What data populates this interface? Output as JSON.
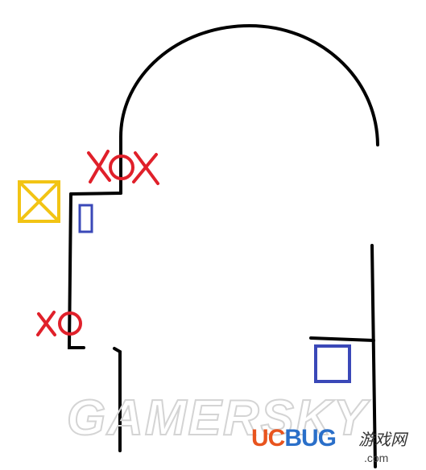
{
  "map": {
    "wall_color": "#000000",
    "red_marker_color": "#e0202a",
    "blue_marker_color": "#3a48b8",
    "yellow_marker_color": "#f2c414",
    "markers": [
      {
        "type": "x",
        "color_role": "red"
      },
      {
        "type": "o",
        "color_role": "red"
      },
      {
        "type": "x",
        "color_role": "red"
      },
      {
        "type": "x",
        "color_role": "red"
      },
      {
        "type": "o",
        "color_role": "red"
      },
      {
        "type": "crate",
        "color_role": "yellow"
      },
      {
        "type": "small-rect",
        "color_role": "blue"
      },
      {
        "type": "square",
        "color_role": "blue"
      }
    ]
  },
  "watermarks": {
    "gamersky": "GAMERSKY",
    "ucbug_uc": "UC",
    "ucbug_bug": "BUG",
    "ucbug_cn": "游戏网",
    "ucbug_com": ".com"
  }
}
